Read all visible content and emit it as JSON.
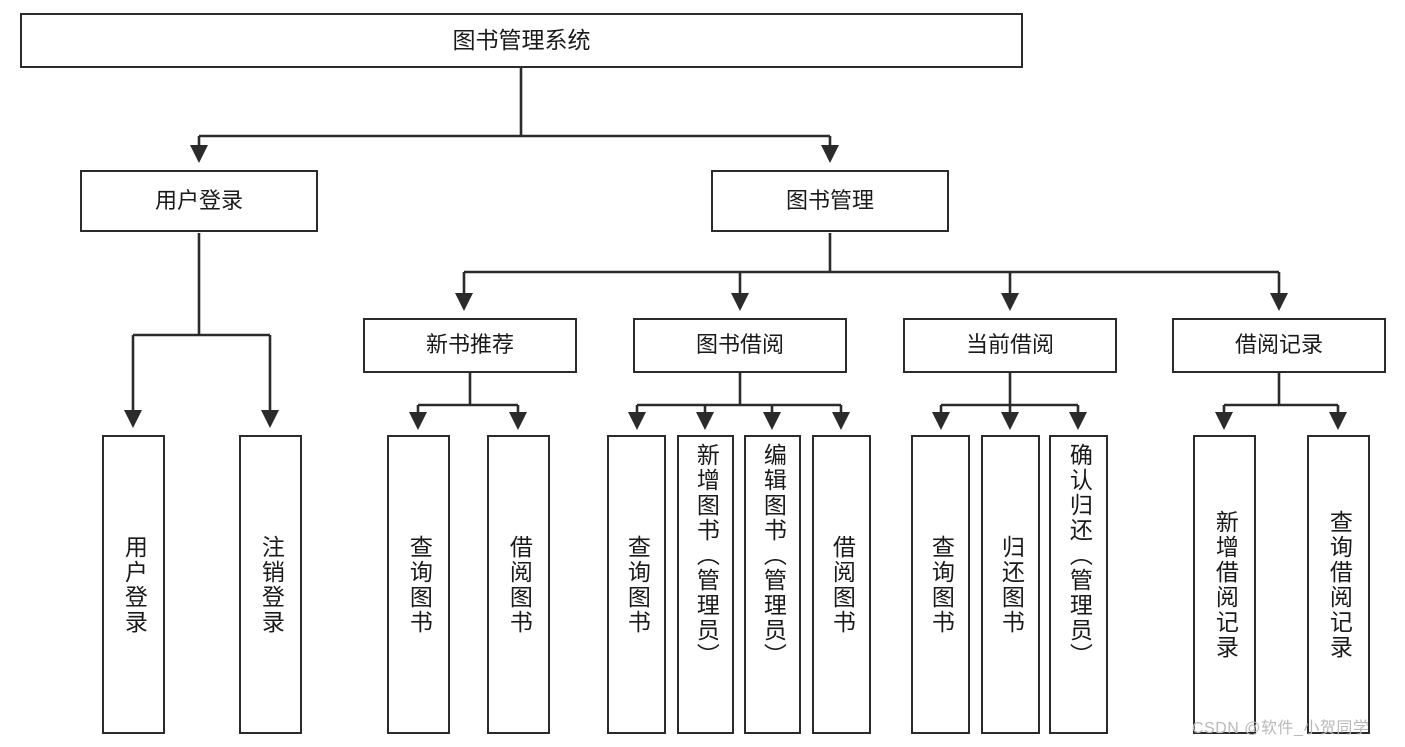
{
  "diagram": {
    "title": "图书管理系统",
    "type": "tree",
    "watermark": "CSDN @软件_小贺同学",
    "colors": {
      "stroke": "#2b2b2b",
      "fill": "#ffffff",
      "text": "#1a1a1a",
      "watermark": "#b9b9b9"
    },
    "nodes": {
      "root": {
        "label": "图书管理系统",
        "level": 0
      },
      "l1": [
        {
          "id": "user_login",
          "label": "用户登录",
          "level": 1
        },
        {
          "id": "book_mgmt",
          "label": "图书管理",
          "level": 1
        }
      ],
      "l2": [
        {
          "id": "new_book_rec",
          "label": "新书推荐",
          "level": 2,
          "parent": "book_mgmt"
        },
        {
          "id": "book_borrow",
          "label": "图书借阅",
          "level": 2,
          "parent": "book_mgmt"
        },
        {
          "id": "current_borrow",
          "label": "当前借阅",
          "level": 2,
          "parent": "book_mgmt"
        },
        {
          "id": "borrow_record",
          "label": "借阅记录",
          "level": 2,
          "parent": "book_mgmt"
        }
      ],
      "leaves": [
        {
          "id": "leaf_user_login",
          "label": "用户登录",
          "parent": "user_login"
        },
        {
          "id": "leaf_user_logout",
          "label": "注销登录",
          "parent": "user_login"
        },
        {
          "id": "leaf_rec_query",
          "label": "查询图书",
          "parent": "new_book_rec"
        },
        {
          "id": "leaf_rec_borrow",
          "label": "借阅图书",
          "parent": "new_book_rec"
        },
        {
          "id": "leaf_borrow_query",
          "label": "查询图书",
          "parent": "book_borrow"
        },
        {
          "id": "leaf_borrow_add",
          "label": "新增图书（管理员）",
          "parent": "book_borrow"
        },
        {
          "id": "leaf_borrow_edit",
          "label": "编辑图书（管理员）",
          "parent": "book_borrow"
        },
        {
          "id": "leaf_borrow_take",
          "label": "借阅图书",
          "parent": "book_borrow"
        },
        {
          "id": "leaf_cur_query",
          "label": "查询图书",
          "parent": "current_borrow"
        },
        {
          "id": "leaf_cur_return",
          "label": "归还图书",
          "parent": "current_borrow"
        },
        {
          "id": "leaf_cur_confirm",
          "label": "确认归还（管理员）",
          "parent": "current_borrow"
        },
        {
          "id": "leaf_rec_add",
          "label": "新增借阅记录",
          "parent": "borrow_record"
        },
        {
          "id": "leaf_rec_search",
          "label": "查询借阅记录",
          "parent": "borrow_record"
        }
      ]
    }
  }
}
